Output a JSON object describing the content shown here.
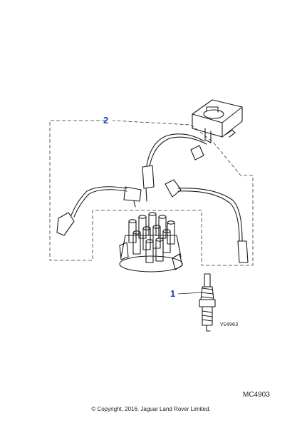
{
  "callouts": {
    "spark_plug": "1",
    "ht_lead_set": "2"
  },
  "diagram_ref": "VS4903",
  "catalog_ref": "MC4903",
  "copyright": "© Copyright, 2016. Jaguar Land Rover Limited."
}
